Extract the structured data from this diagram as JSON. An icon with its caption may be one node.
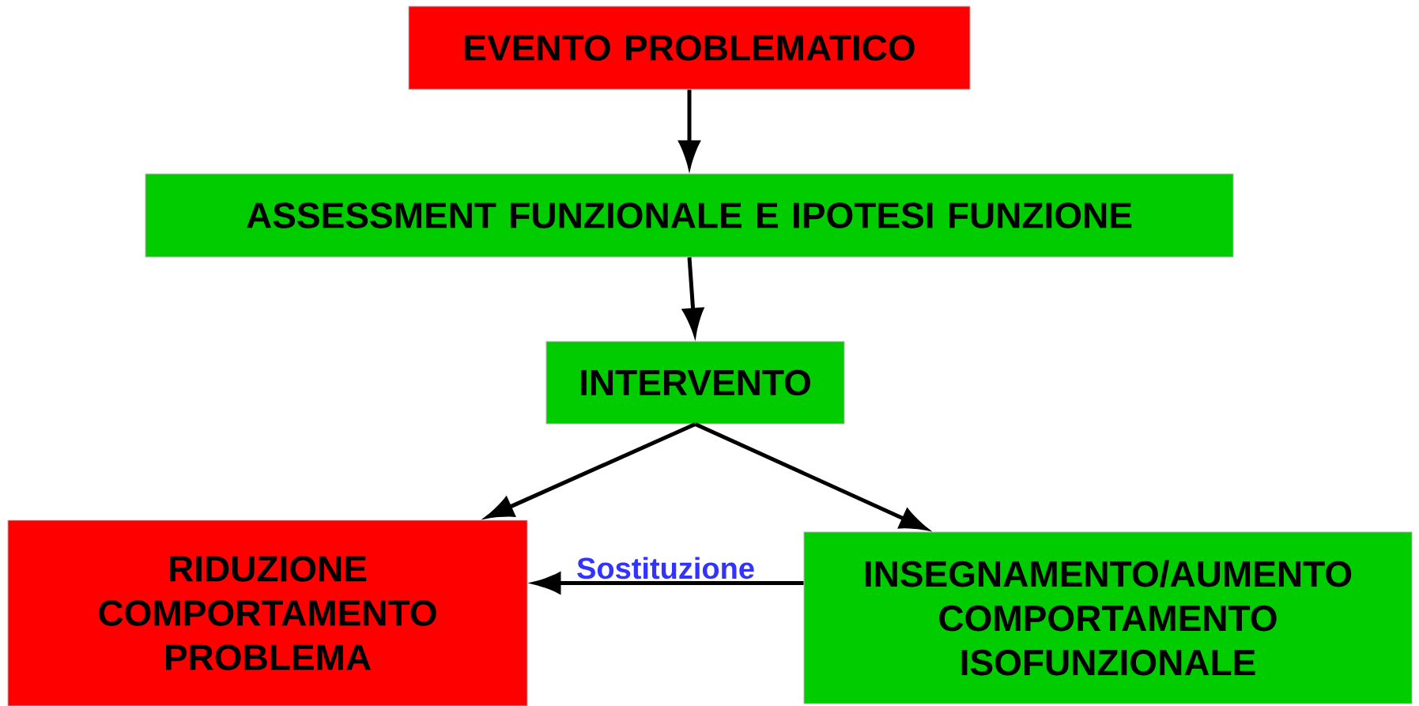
{
  "diagram": {
    "nodes": [
      {
        "text": [
          "EVENTO PROBLEMATICO"
        ]
      },
      {
        "text": [
          "ASSESSMENT FUNZIONALE E IPOTESI FUNZIONE"
        ]
      },
      {
        "text": [
          "INTERVENTO"
        ]
      },
      {
        "text": [
          "RIDUZIONE COMPORTAMENTO PROBLEMA"
        ]
      },
      {
        "text": [
          "INSEGNAMENTO/AUMENTO COMPORTAMENTO ISOFUNZIONALE"
        ]
      }
    ],
    "edges": [
      {
        "from": 0,
        "to": 1,
        "arrow": "to"
      },
      {
        "from": 1,
        "to": 2,
        "arrow": "to"
      },
      {
        "from": 2,
        "to": 3,
        "arrow": "to"
      },
      {
        "from": 2,
        "to": 4,
        "arrow": "to"
      },
      {
        "from": 4,
        "to": 3,
        "arrow": "to",
        "label": "Sostituzione"
      }
    ]
  }
}
